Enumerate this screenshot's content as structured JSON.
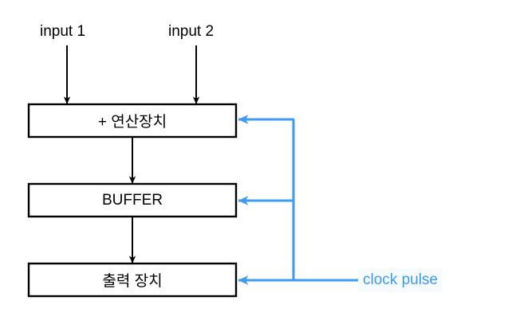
{
  "diagram": {
    "type": "block-flow-diagram",
    "colors": {
      "box_stroke": "#000000",
      "box_fill": "#ffffff",
      "arrow_black": "#000000",
      "clock_blue": "#3d9bf5",
      "clock_label_bg": "#f6fbff",
      "background": "#ffffff"
    },
    "inputs": [
      {
        "label": "input 1"
      },
      {
        "label": "input 2"
      }
    ],
    "boxes": [
      {
        "label": "+ 연산장치"
      },
      {
        "label": "BUFFER"
      },
      {
        "label": "출력 장치"
      }
    ],
    "signals": [
      {
        "label": "clock pulse"
      }
    ]
  }
}
